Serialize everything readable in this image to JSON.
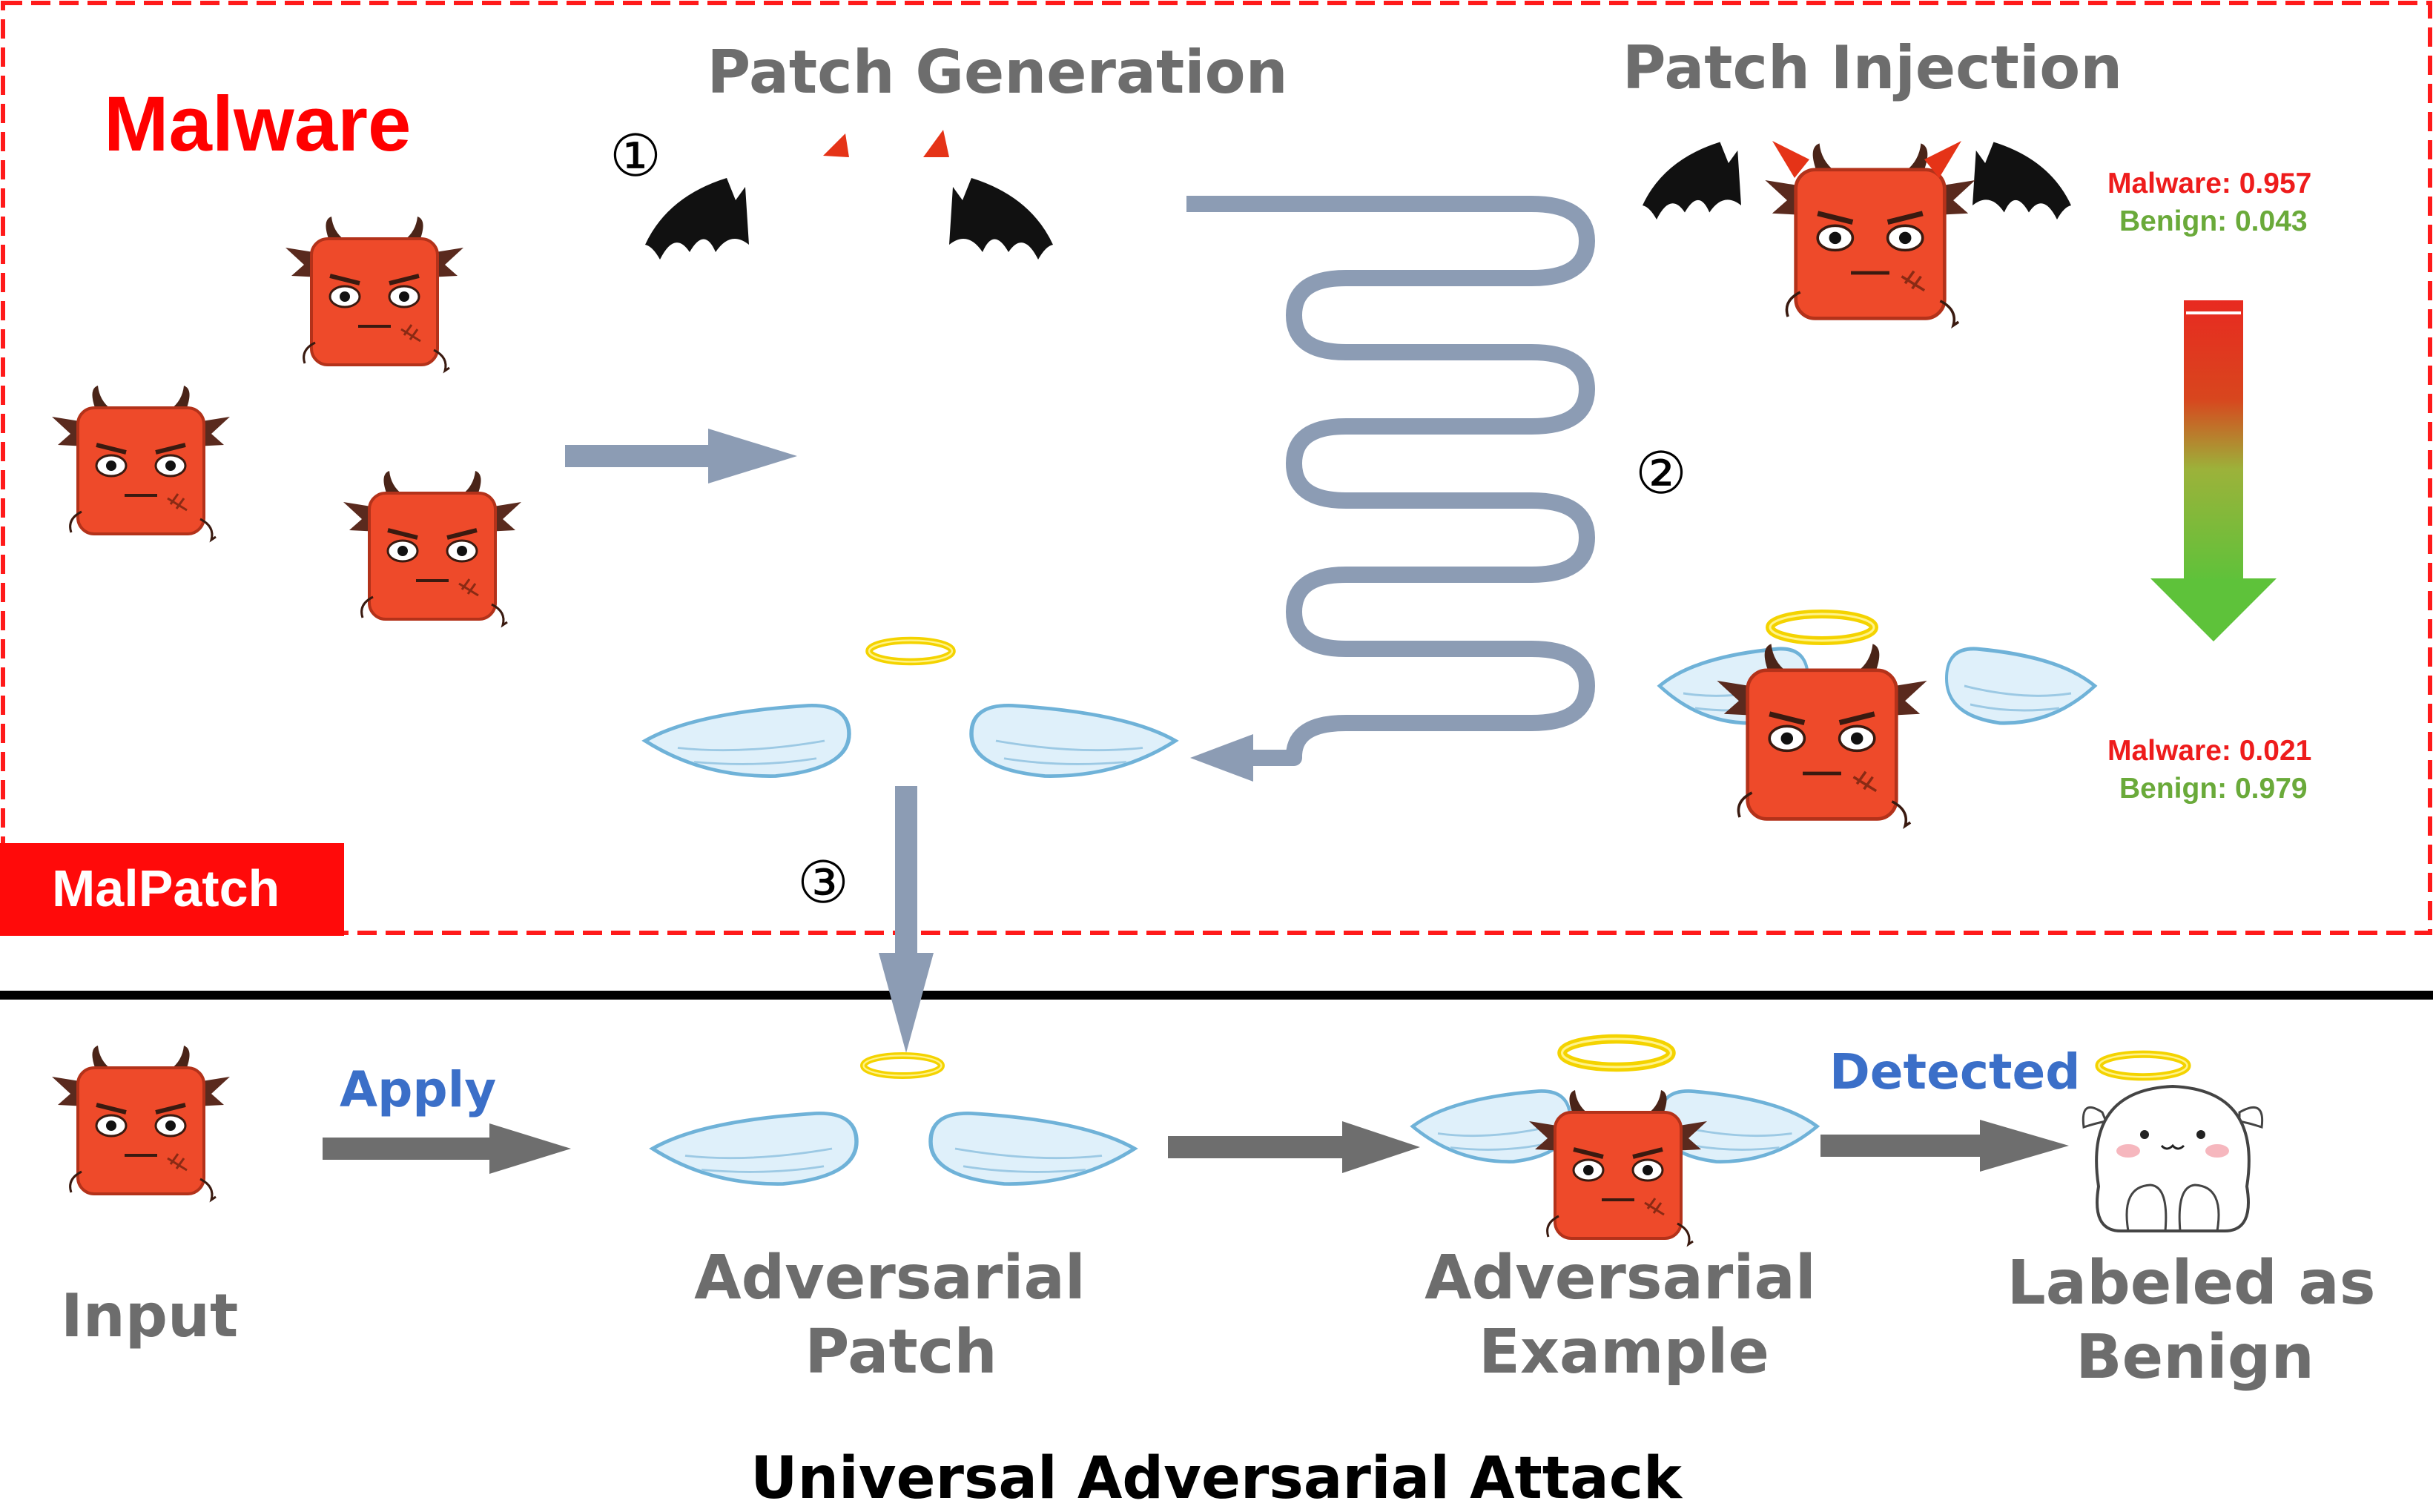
{
  "malware_title": "Malware",
  "patch_generation": "Patch Generation",
  "patch_injection": "Patch Injection",
  "step1": "①",
  "step2": "②",
  "step3": "③",
  "malpatch_label": "MalPatch",
  "scores_before": {
    "malware": "Malware: 0.957",
    "benign": "Benign: 0.043"
  },
  "scores_after": {
    "malware": "Malware: 0.021",
    "benign": "Benign: 0.979"
  },
  "apply_label": "Apply",
  "detected_label": "Detected",
  "input_label": "Input",
  "adversarial_patch": {
    "line1": "Adversarial",
    "line2": "Patch"
  },
  "adversarial_example": {
    "line1": "Adversarial",
    "line2": "Example"
  },
  "labeled_benign": {
    "line1": "Labeled as",
    "line2": "Benign"
  },
  "footer_title": "Universal Adversarial Attack",
  "colors": {
    "malware_red": "#ff0000",
    "devil_body": "#ee4a2a",
    "arrow_blue_gray": "#8c9cb4",
    "arrow_dark_gray": "#6e6e6e",
    "benign_green": "#6aaa3a",
    "label_blue": "#3b6fc8",
    "halo_yellow": "#f4d300"
  },
  "icons": [
    "devil-box-icon",
    "bat-wing-icon",
    "devil-horn-icon",
    "angel-wing-icon",
    "halo-icon",
    "angel-ghost-icon",
    "score-gradient-arrow-icon"
  ]
}
